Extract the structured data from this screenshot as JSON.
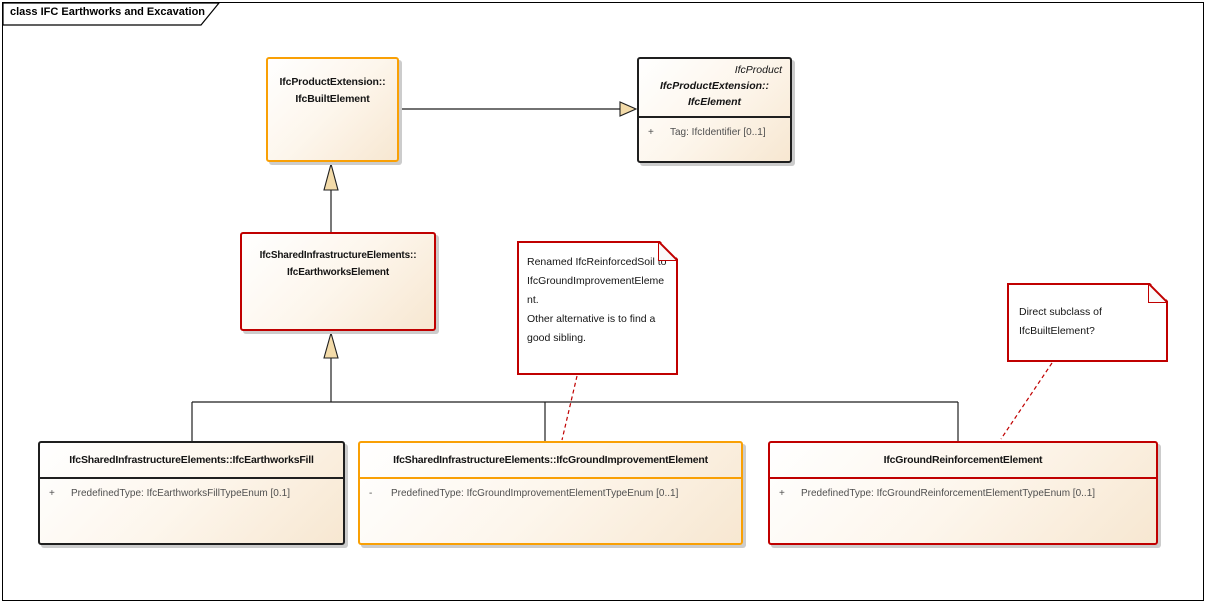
{
  "diagram": {
    "title": "class IFC Earthworks and Excavation",
    "colors": {
      "orange": "#F9A005",
      "red": "#C00000",
      "black_border": "#1f1f1f",
      "attr_text": "#4f4f4f",
      "arrow_fill": "#F3DBA9",
      "shadow": "#cccccc"
    }
  },
  "classes": {
    "built_element": {
      "name_line1": "IfcProductExtension::",
      "name_line2": "IfcBuiltElement"
    },
    "element": {
      "stereotype": "IfcProduct",
      "name_line1": "IfcProductExtension::",
      "name_line2": "IfcElement",
      "attributes": [
        {
          "visibility": "+",
          "text": "Tag: IfcIdentifier [0..1]"
        }
      ]
    },
    "earthworks_element": {
      "name_line1": "IfcSharedInfrastructureElements::",
      "name_line2": "IfcEarthworksElement"
    },
    "earthworks_fill": {
      "name": "IfcSharedInfrastructureElements::IfcEarthworksFill",
      "attributes": [
        {
          "visibility": "+",
          "text": "PredefinedType: IfcEarthworksFillTypeEnum [0.1]"
        }
      ]
    },
    "ground_improvement": {
      "name": "IfcSharedInfrastructureElements::IfcGroundImprovementElement",
      "attributes": [
        {
          "visibility": "-",
          "text": "PredefinedType: IfcGroundImprovementElementTypeEnum [0..1]"
        }
      ]
    },
    "ground_reinforcement": {
      "name": "IfcGroundReinforcementElement",
      "attributes": [
        {
          "visibility": "+",
          "text": "PredefinedType: IfcGroundReinforcementElementTypeEnum [0..1]"
        }
      ]
    }
  },
  "notes": {
    "renamed": {
      "text": "Renamed IfcReinforcedSoil to IfcGroundImprovementElement.\nOther alternative is to find a good sibling."
    },
    "direct_subclass": {
      "text": "Direct subclass of IfcBuiltElement?"
    }
  }
}
